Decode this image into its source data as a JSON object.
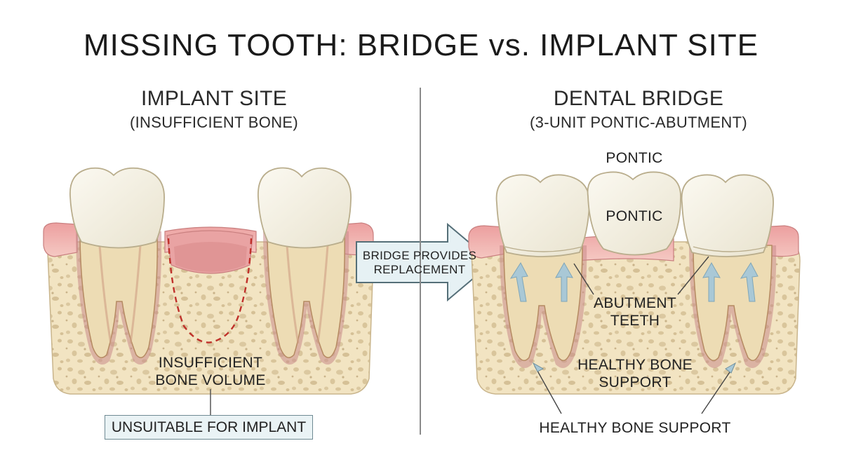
{
  "title": "MISSING TOOTH: BRIDGE vs. IMPLANT SITE",
  "left_panel": {
    "heading": "IMPLANT SITE",
    "subheading": "(INSUFFICIENT BONE)",
    "bone_label": [
      "INSUFFICIENT",
      "BONE VOLUME"
    ],
    "verdict": "UNSUITABLE FOR IMPLANT"
  },
  "arrow": {
    "lines": [
      "BRIDGE PROVIDES",
      "REPLACEMENT"
    ]
  },
  "right_panel": {
    "heading": "DENTAL BRIDGE",
    "subheading": "(3-UNIT PONTIC-ABUTMENT)",
    "pontic_top_label": "PONTIC",
    "pontic_crown_label": "PONTIC",
    "abutment_label": [
      "ABUTMENT",
      "TEETH"
    ],
    "bone_label": [
      "HEALTHY BONE",
      "SUPPORT"
    ],
    "bottom_label": "HEALTHY BONE SUPPORT"
  },
  "colors": {
    "enamel": "#f4f1e6",
    "dentin": "#eddcb4",
    "gum": "#e8a2a2",
    "bone": "#f2e4c2",
    "bone_pore": "#d6c39a",
    "dashed_outline": "#c0302a",
    "arrow_fill": "#e6f1f4",
    "support_arrows": "#a9c8d6"
  }
}
